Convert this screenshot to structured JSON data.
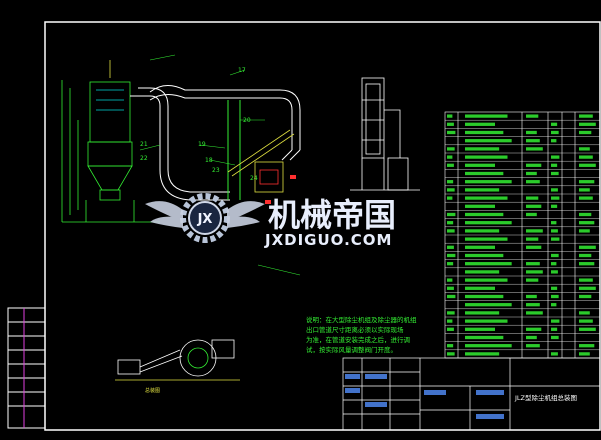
{
  "drawing": {
    "title_block_name": "JLZ型除尘机组总装图",
    "title_block_small_label": "总装图",
    "note_lines": [
      "说明：在大型除尘机组及除尘器的机组",
      "出口管道尺寸距离必须以实际现场",
      "为准，在管道安装完成之后，进行调",
      "试，按实际风量调整阀门开度。"
    ],
    "dimension_labels": [
      "17",
      "21",
      "20",
      "19",
      "18",
      "23",
      "22",
      "24"
    ]
  },
  "watermark": {
    "cn_text": "机械帝国",
    "en_text": "JXDIGUO.COM",
    "logo_text": "JX"
  },
  "colors": {
    "background": "#000000",
    "frame": "#ffffff",
    "cad_green": "#33ee33",
    "cad_cyan": "#00d8d8",
    "cad_yellow": "#e0e040",
    "cad_magenta": "#e040e0",
    "cad_red": "#ff3030",
    "title_blue": "#4a7fe0"
  }
}
